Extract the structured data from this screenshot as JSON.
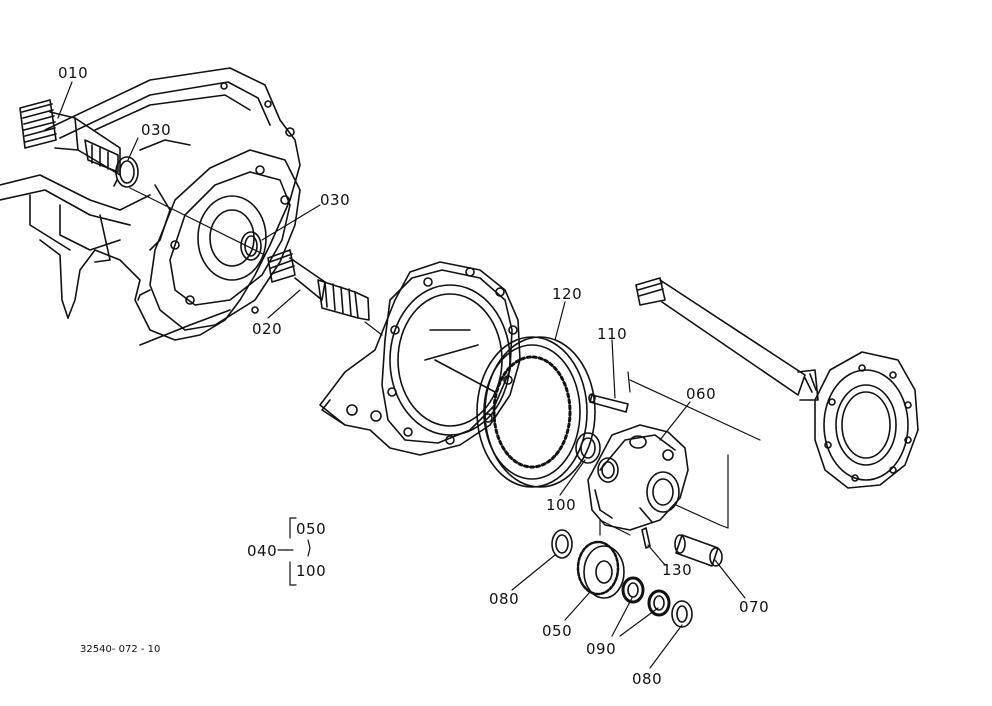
{
  "diagram": {
    "callouts": {
      "c010": "010",
      "c030a": "030",
      "c030b": "030",
      "c020": "020",
      "c120": "120",
      "c110": "110",
      "c060": "060",
      "c100": "100",
      "c130": "130",
      "c070": "070",
      "c080a": "080",
      "c050": "050",
      "c090": "090",
      "c080b": "080"
    },
    "assembly": {
      "parent": "040",
      "child_top": "050",
      "child_bottom": "100"
    },
    "document_number": "32540- 072 - 10"
  }
}
